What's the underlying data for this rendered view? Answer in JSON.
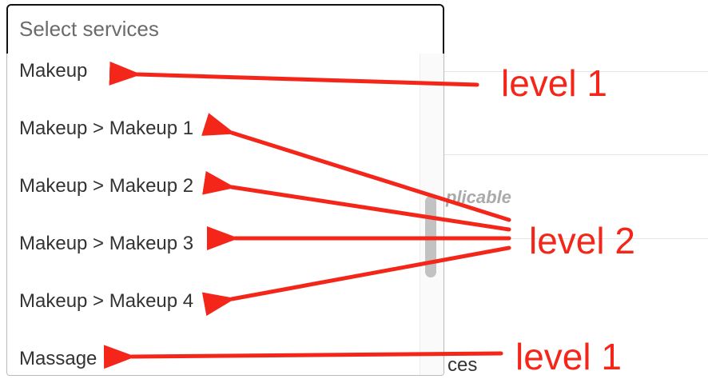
{
  "background": {
    "partial_text_1": "plicable",
    "partial_text_2": "ces"
  },
  "dropdown": {
    "placeholder": "Select services",
    "options": [
      "Makeup",
      "Makeup > Makeup 1",
      "Makeup > Makeup 2",
      "Makeup > Makeup 3",
      "Makeup > Makeup 4",
      "Massage"
    ]
  },
  "annotations": {
    "top": "level 1",
    "middle": "level 2",
    "bottom": "level 1",
    "color": "#f4261a"
  }
}
